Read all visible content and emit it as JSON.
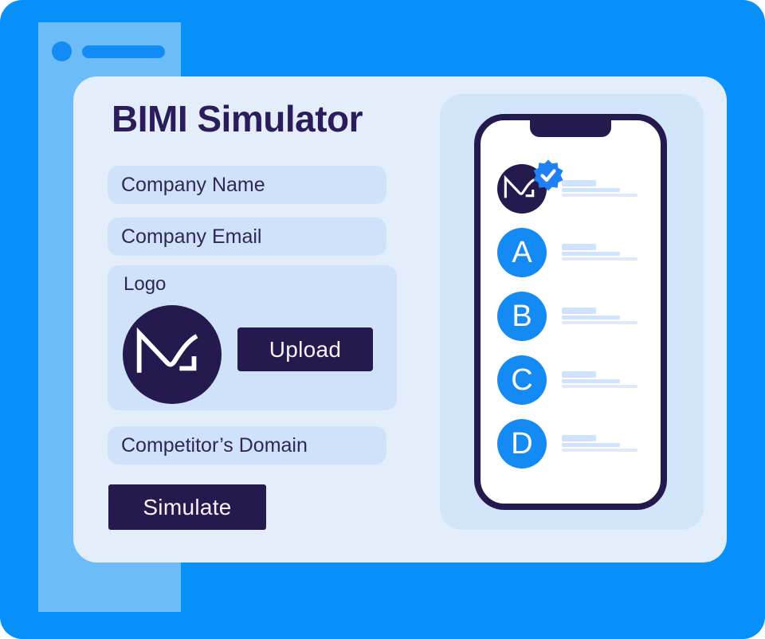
{
  "colors": {
    "background": "#0890fa",
    "browser_panel": "#6cbcfa",
    "chrome_blue": "#128bf4",
    "card": "#e4eefb",
    "field": "#cfe2f9",
    "navy": "#241a4d",
    "title": "#2b1d5c",
    "text": "#302758",
    "phone_panel": "#d3e5fa",
    "avatar_blue": "#148af5",
    "badge_blue": "#1f7ff5",
    "skeleton": "#cfe3fa",
    "skeleton_light": "#dceafc"
  },
  "card": {
    "title": "BIMI Simulator",
    "fields": {
      "company_name": "Company Name",
      "company_email": "Company Email",
      "competitor_domain": "Competitor’s Domain"
    },
    "logo_section": {
      "label": "Logo",
      "upload_button": "Upload"
    },
    "simulate_button": "Simulate"
  },
  "phone": {
    "rows": [
      {
        "avatar": "brand-logo",
        "verified": true,
        "letter": ""
      },
      {
        "avatar": "letter",
        "verified": false,
        "letter": "A"
      },
      {
        "avatar": "letter",
        "verified": false,
        "letter": "B"
      },
      {
        "avatar": "letter",
        "verified": false,
        "letter": "C"
      },
      {
        "avatar": "letter",
        "verified": false,
        "letter": "D"
      }
    ]
  }
}
